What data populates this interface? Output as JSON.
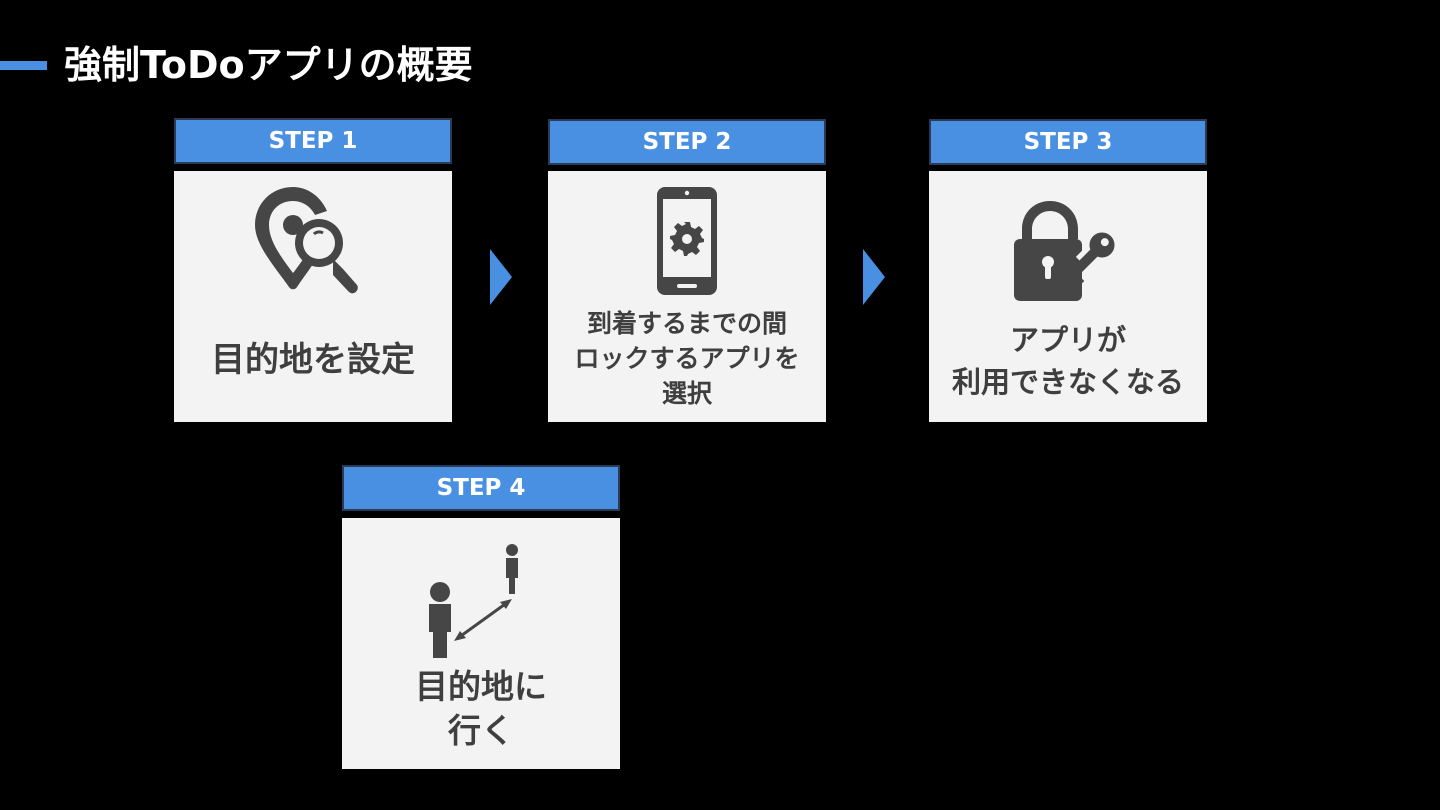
{
  "title": "強制ToDoアプリの概要",
  "accent_color": "#4a90e2",
  "steps": [
    {
      "label": "STEP 1",
      "icon": "map-pin-search-icon",
      "lines": [
        "目的地を設定"
      ]
    },
    {
      "label": "STEP 2",
      "icon": "smartphone-settings-icon",
      "lines": [
        "到着するまでの間",
        "ロックするアプリを",
        "選択"
      ]
    },
    {
      "label": "STEP 3",
      "icon": "padlock-key-icon",
      "lines": [
        "アプリが",
        "利用できなくなる"
      ]
    },
    {
      "label": "STEP 4",
      "icon": "people-distance-icon",
      "lines": [
        "目的地に",
        "行く"
      ]
    }
  ]
}
